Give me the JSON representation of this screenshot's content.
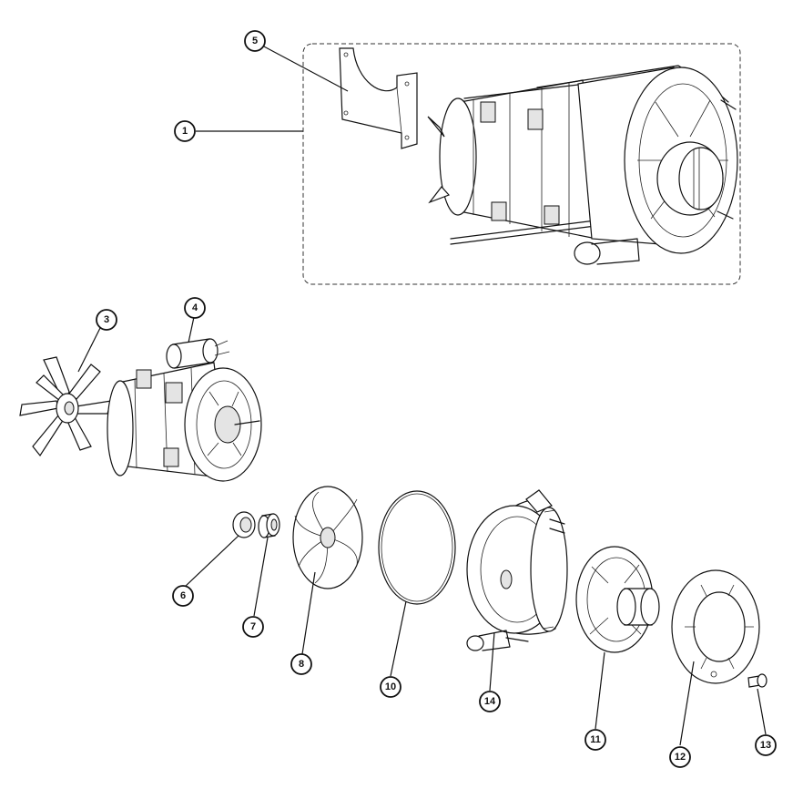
{
  "callouts": [
    {
      "id": "1",
      "label": "1"
    },
    {
      "id": "3",
      "label": "3"
    },
    {
      "id": "4",
      "label": "4"
    },
    {
      "id": "5",
      "label": "5"
    },
    {
      "id": "6",
      "label": "6"
    },
    {
      "id": "7",
      "label": "7"
    },
    {
      "id": "8",
      "label": "8"
    },
    {
      "id": "10",
      "label": "10"
    },
    {
      "id": "11",
      "label": "11"
    },
    {
      "id": "12",
      "label": "12"
    },
    {
      "id": "13",
      "label": "13"
    },
    {
      "id": "14",
      "label": "14"
    }
  ],
  "colors": {
    "ink": "#111111",
    "background": "#ffffff",
    "shade": "#bdbdbd"
  }
}
